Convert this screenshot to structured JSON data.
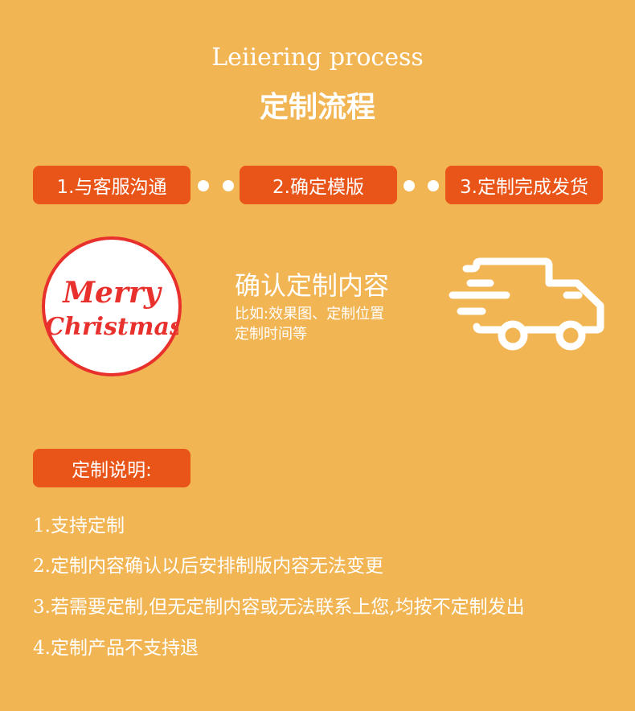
{
  "header": {
    "en_title": "Leiiering process",
    "cn_title": "定制流程"
  },
  "steps": [
    {
      "label": "1.与客服沟通"
    },
    {
      "label": "2.确定模版"
    },
    {
      "label": "3.定制完成发货"
    }
  ],
  "content": {
    "logo_text": "Merry Christmas",
    "title": "确认定制内容",
    "sub1": "比如:效果图、定制位置",
    "sub2": "定制时间等"
  },
  "notes": {
    "button": "定制说明:",
    "items": [
      "1.支持定制",
      "2.定制内容确认以后安排制版内容无法变更",
      "3.若需要定制,但无定制内容或无法联系上您,均按不定制发出",
      "4.定制产品不支持退"
    ]
  },
  "colors": {
    "background": "#f2b553",
    "accent": "#e95418",
    "logo_red": "#e8302c"
  }
}
